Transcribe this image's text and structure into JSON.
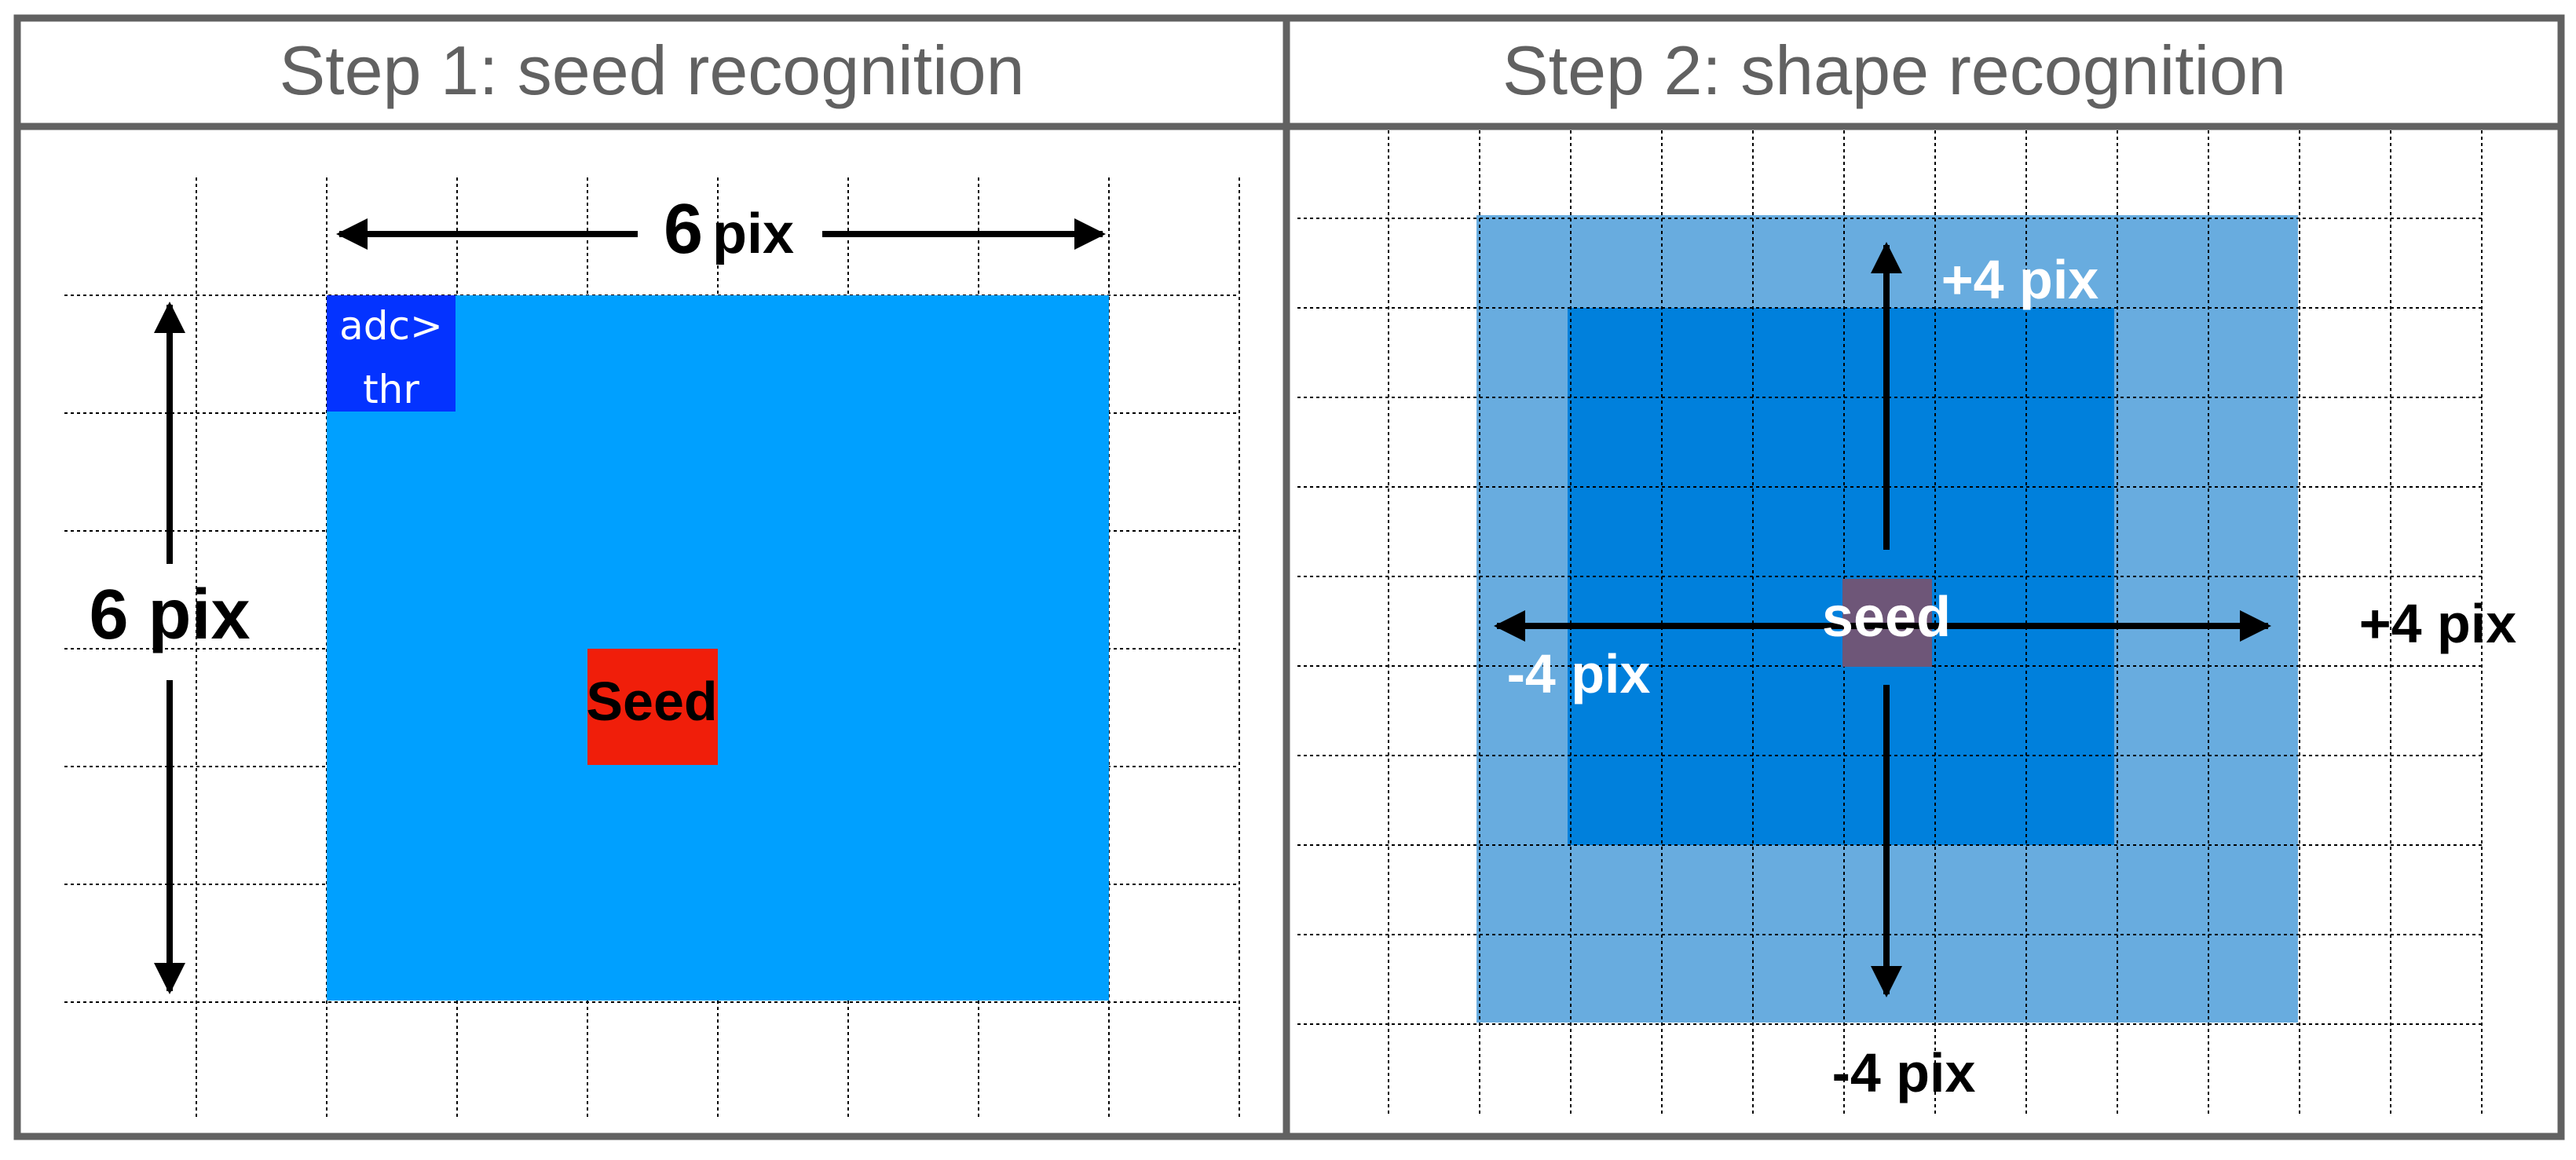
{
  "panels": [
    {
      "title": "Step 1: seed recognition",
      "width_label_number": "6",
      "width_label_unit": "pix",
      "height_label": "6 pix",
      "threshold_cell_line1": "adc>",
      "threshold_cell_line2": "thr",
      "seed_label": "Seed"
    },
    {
      "title": "Step 2: shape recognition",
      "seed_label": "seed",
      "up_label": "+4 pix",
      "right_label": "+4 pix",
      "left_label": "-4 pix",
      "down_label": "-4 pix"
    }
  ],
  "colors": {
    "frame": "#616161",
    "step1_region": "#00a0ff",
    "threshold_cell": "#0433ff",
    "seed_cell": "#f01e0a",
    "step2_outer": "#68acdf",
    "step2_inner": "#0080dc",
    "step2_seed": "#6e5678"
  }
}
